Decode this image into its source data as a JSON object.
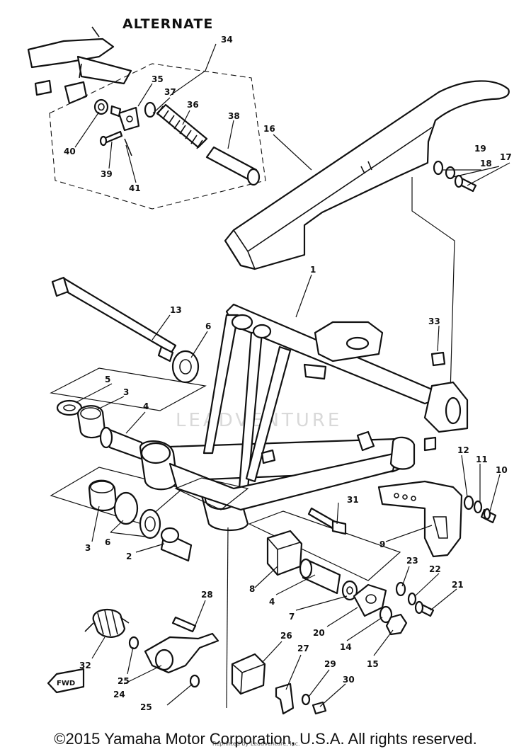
{
  "diagram": {
    "title": "ALTERNATE",
    "watermark": "LEADVENTURE",
    "copyright": "©2015 Yamaha Motor Corporation, U.S.A. All rights reserved.",
    "reprint_note": "Reprinted by LeadVenture, Inc.",
    "fwd_tag": "FWD",
    "callouts": {
      "c1": "1",
      "c2": "2",
      "c3a": "3",
      "c3b": "3",
      "c4a": "4",
      "c4b": "4",
      "c5": "5",
      "c6a": "6",
      "c6b": "6",
      "c7": "7",
      "c8": "8",
      "c9": "9",
      "c10": "10",
      "c11": "11",
      "c12": "12",
      "c13": "13",
      "c14": "14",
      "c15": "15",
      "c16": "16",
      "c17": "17",
      "c18": "18",
      "c19": "19",
      "c20": "20",
      "c21": "21",
      "c22": "22",
      "c23": "23",
      "c24": "24",
      "c25a": "25",
      "c25b": "25",
      "c26": "26",
      "c27": "27",
      "c28": "28",
      "c29": "29",
      "c30": "30",
      "c31": "31",
      "c32": "32",
      "c33": "33",
      "c34": "34",
      "c35": "35",
      "c36": "36",
      "c37": "37",
      "c38": "38",
      "c39": "39",
      "c40": "40",
      "c41": "41"
    }
  }
}
